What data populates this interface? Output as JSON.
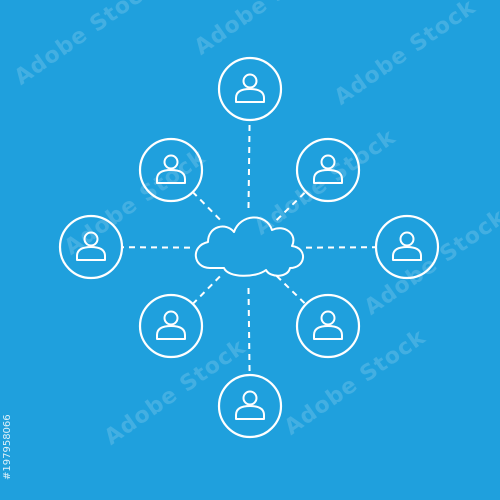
{
  "colors": {
    "background": "#1fa0dd",
    "line": "#ffffff"
  },
  "network": {
    "hub": {
      "icon": "cloud-icon"
    },
    "users": [
      {
        "icon": "user-icon"
      },
      {
        "icon": "user-icon"
      },
      {
        "icon": "user-icon"
      },
      {
        "icon": "user-icon"
      },
      {
        "icon": "user-icon"
      },
      {
        "icon": "user-icon"
      },
      {
        "icon": "user-icon"
      },
      {
        "icon": "user-icon"
      }
    ]
  },
  "watermark": {
    "text": "Adobe Stock"
  },
  "image_code": "#197958066",
  "footer": {
    "text": "Adobe Stock"
  }
}
